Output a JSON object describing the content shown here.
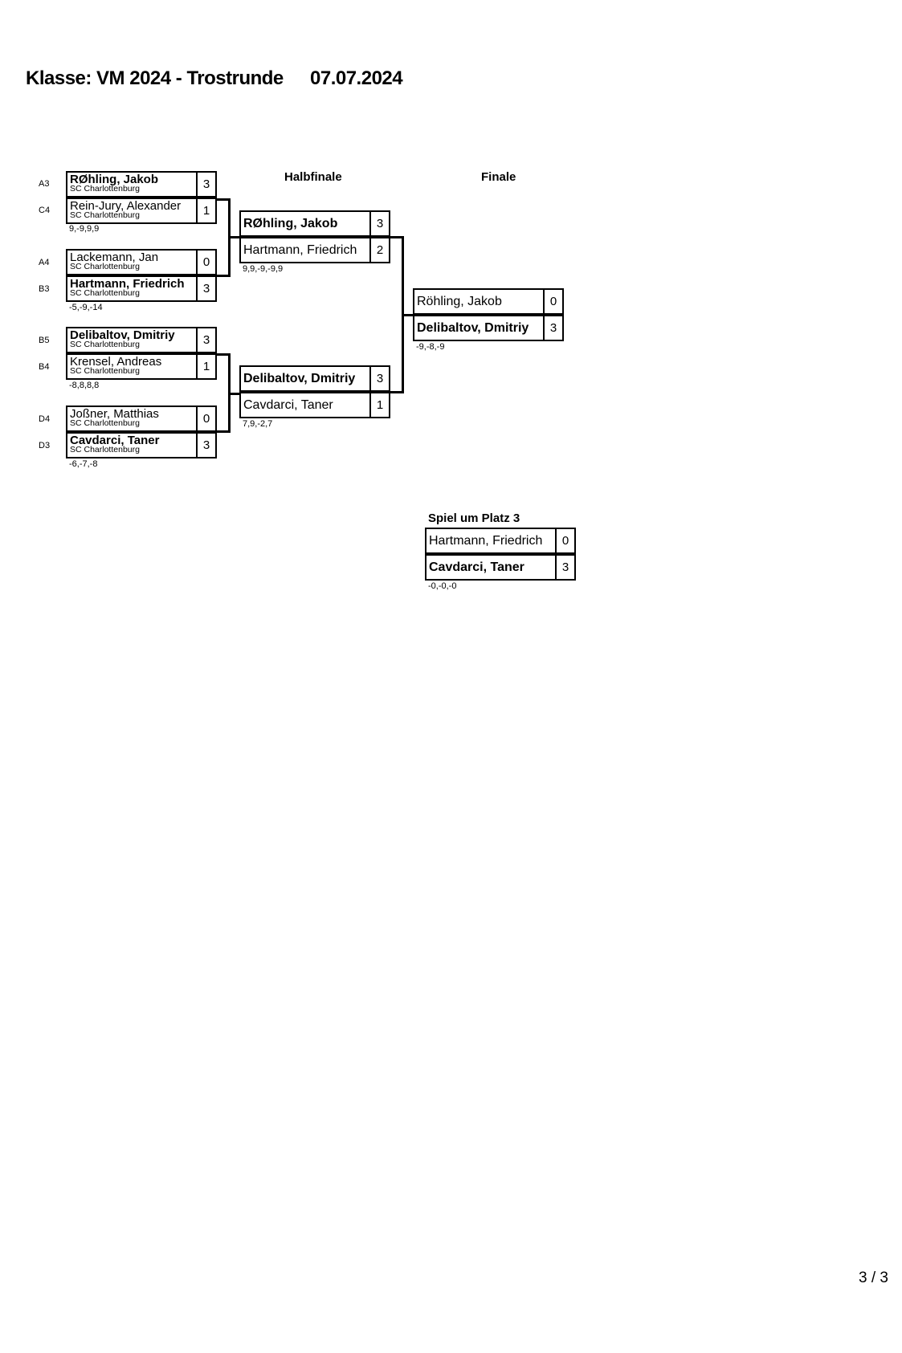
{
  "header": {
    "title": "Klasse: VM 2024 - Trostrunde",
    "date": "07.07.2024"
  },
  "rounds": {
    "semifinal": "Halbfinale",
    "final": "Finale",
    "third_place": "Spiel um Platz 3"
  },
  "round1": [
    {
      "seed": "A3",
      "name": "RØhling, Jakob",
      "club": "SC Charlottenburg",
      "score": "3"
    },
    {
      "seed": "C4",
      "name": "Rein-Jury, Alexander",
      "club": "SC Charlottenburg",
      "score": "1"
    },
    {
      "seed": "A4",
      "name": "Lackemann, Jan",
      "club": "SC Charlottenburg",
      "score": "0"
    },
    {
      "seed": "B3",
      "name": "Hartmann, Friedrich",
      "club": "SC Charlottenburg",
      "score": "3"
    },
    {
      "seed": "B5",
      "name": "Delibaltov, Dmitriy",
      "club": "SC Charlottenburg",
      "score": "3"
    },
    {
      "seed": "B4",
      "name": "Krensel, Andreas",
      "club": "SC Charlottenburg",
      "score": "1"
    },
    {
      "seed": "D4",
      "name": "Joßner, Matthias",
      "club": "SC Charlottenburg",
      "score": "0"
    },
    {
      "seed": "D3",
      "name": "Cavdarci, Taner",
      "club": "SC Charlottenburg",
      "score": "3"
    }
  ],
  "round1_results": [
    "9,-9,9,9",
    "-5,-9,-14",
    "-8,8,8,8",
    "-6,-7,-8"
  ],
  "semifinals": [
    {
      "name": "RØhling, Jakob",
      "score": "3"
    },
    {
      "name": "Hartmann, Friedrich",
      "score": "2"
    },
    {
      "name": "Delibaltov, Dmitriy",
      "score": "3"
    },
    {
      "name": "Cavdarci, Taner",
      "score": "1"
    }
  ],
  "semifinal_results": [
    "9,9,-9,-9,9",
    "7,9,-2,7"
  ],
  "final": [
    {
      "name": "Röhling, Jakob",
      "score": "0"
    },
    {
      "name": "Delibaltov, Dmitriy",
      "score": "3"
    }
  ],
  "final_result": "-9,-8,-9",
  "third_place_match": [
    {
      "name": "Hartmann, Friedrich",
      "score": "0"
    },
    {
      "name": "Cavdarci, Taner",
      "score": "3"
    }
  ],
  "third_place_result": "-0,-0,-0",
  "footer": {
    "page": "3 / 3"
  }
}
